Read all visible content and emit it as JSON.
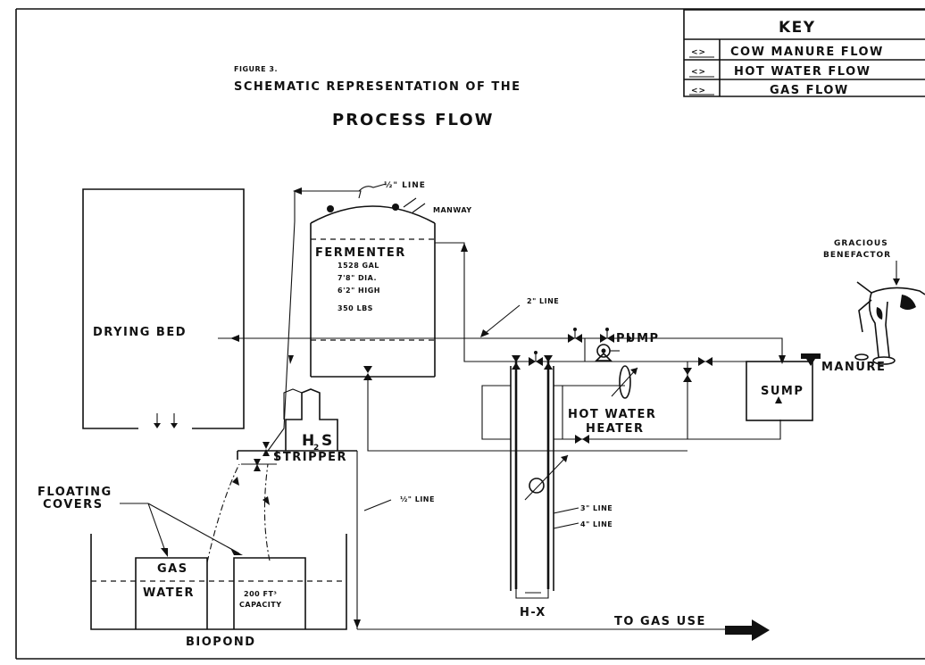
{
  "figure_label": "FIGURE 3.",
  "title_line1": "SCHEMATIC REPRESENTATION OF THE",
  "title_line2": "PROCESS FLOW",
  "key": {
    "title": "KEY",
    "symbol": "<>",
    "items": [
      "COW MANURE FLOW",
      "HOT WATER FLOW",
      "GAS FLOW"
    ]
  },
  "labels": {
    "half_line_top": "½\" LINE",
    "manway": "MANWAY",
    "fermenter": "FERMENTER",
    "fermenter_specs": [
      "1528 GAL",
      "7'8\" DIA.",
      "6'2\" HIGH",
      "350 LBS"
    ],
    "drying_bed": "DRYING BED",
    "two_inch_line": "2\" LINE",
    "pump": "PUMP",
    "gracious_line1": "GRACIOUS",
    "gracious_line2": "BENEFACTOR",
    "manure": "MANURE",
    "sump": "SUMP",
    "hot_water_line1": "HOT WATER",
    "hot_water_line2": "HEATER",
    "h2s_line1": "H",
    "h2s_sub": "2",
    "h2s_s": "S",
    "stripper": "STRIPPER",
    "floating_line1": "FLOATING",
    "floating_line2": "COVERS",
    "half_line_mid": "½\" LINE",
    "three_inch_line": "3\" LINE",
    "four_inch_line": "4\" LINE",
    "gas": "GAS",
    "water": "WATER",
    "capacity_line1": "200 FT³",
    "capacity_line2": "CAPACITY",
    "hx": "H-X",
    "to_gas_use": "TO GAS USE",
    "biopond": "BIOPOND"
  }
}
